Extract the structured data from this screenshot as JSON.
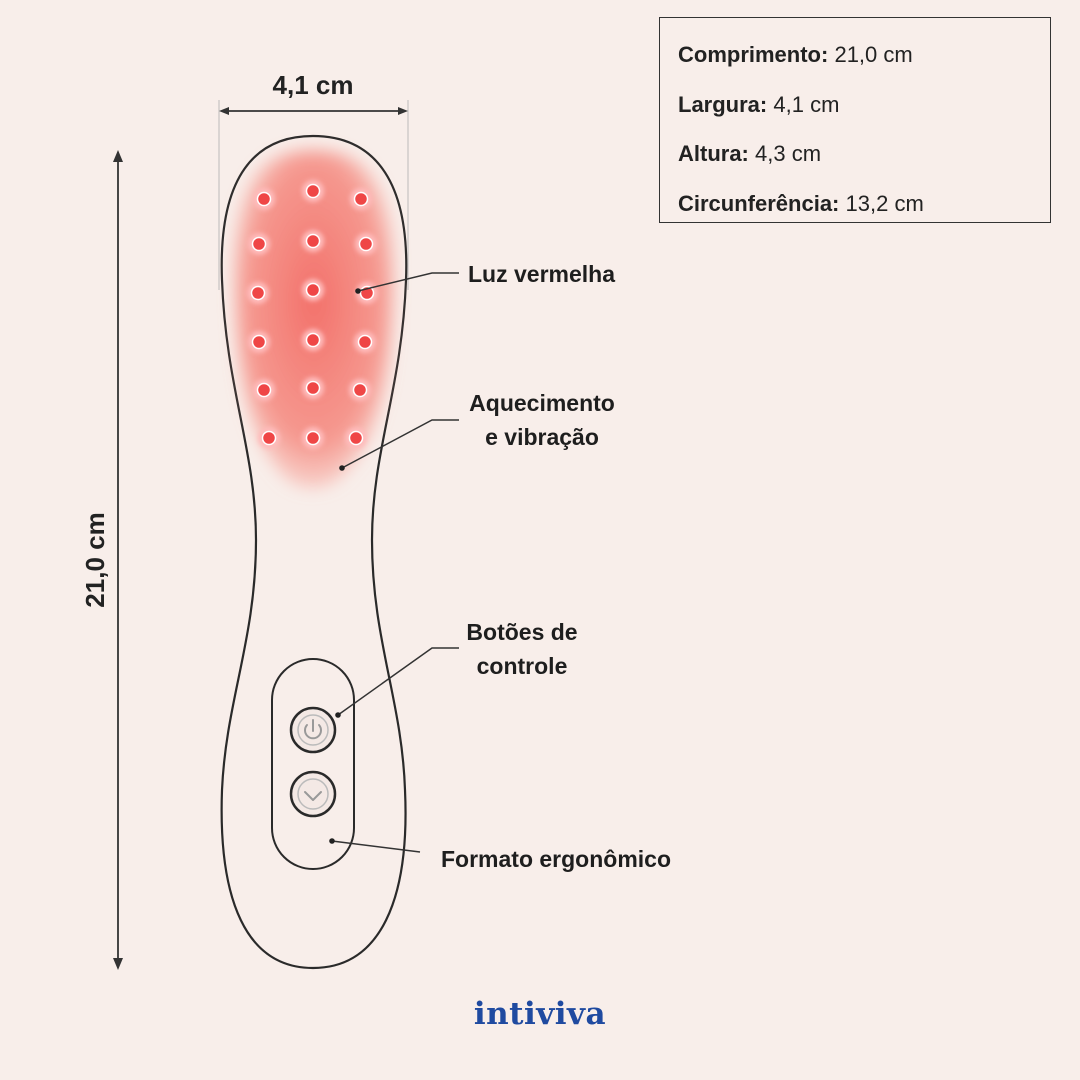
{
  "dimensions": {
    "width_label": "4,1 cm",
    "length_label": "21,0 cm"
  },
  "callouts": {
    "red_light": "Luz vermelha",
    "heating_line1": "Aquecimento",
    "heating_line2": "e vibração",
    "buttons_line1": "Botões de",
    "buttons_line2": "controle",
    "ergonomic": "Formato ergonômico"
  },
  "specs": [
    {
      "label": "Comprimento:",
      "value": "21,0 cm"
    },
    {
      "label": "Largura:",
      "value": "4,1 cm"
    },
    {
      "label": "Altura:",
      "value": "4,3 cm"
    },
    {
      "label": "Circunferência:",
      "value": "13,2 cm"
    }
  ],
  "brand": "intiviva",
  "colors": {
    "background": "#f8eeea",
    "led_glow": "#f47a72",
    "led": "#f04848",
    "brand": "#1f4aa0",
    "outline": "#2a2a2a"
  },
  "icons": [
    "power-icon",
    "chevron-down-icon"
  ]
}
